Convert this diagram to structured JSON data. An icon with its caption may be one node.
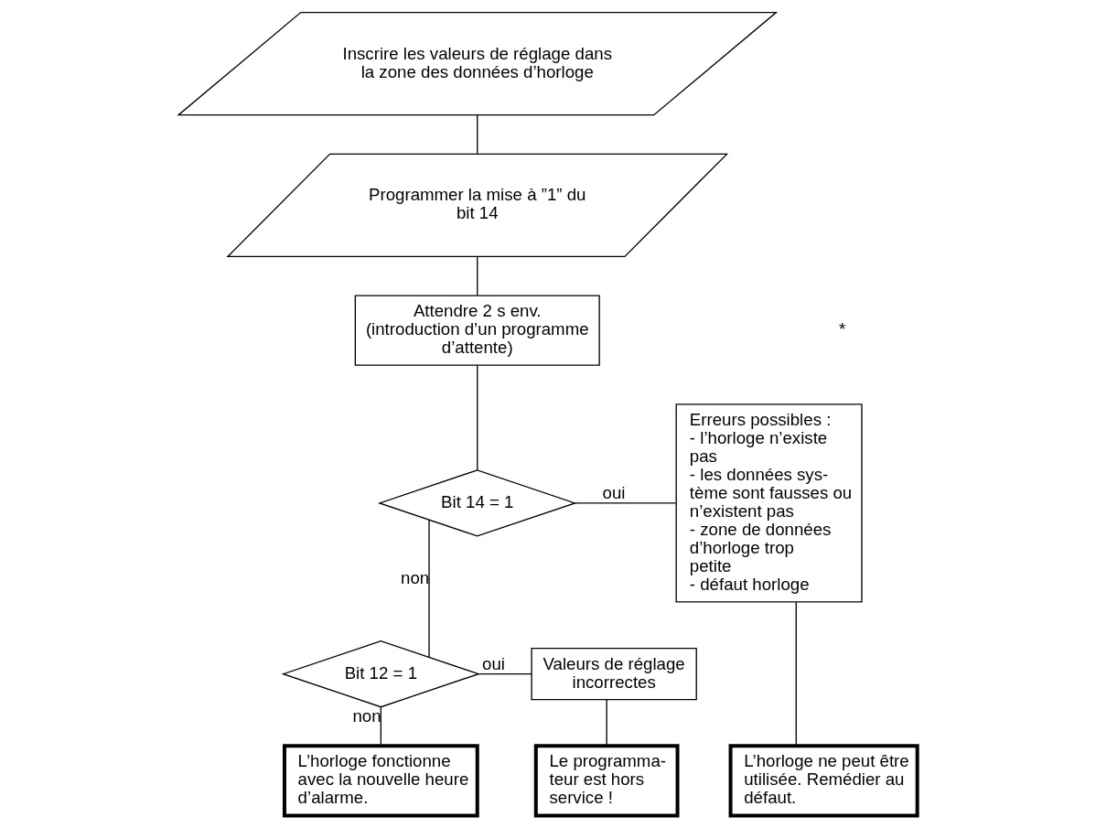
{
  "diagram": {
    "nodes": [
      {
        "text": [
          "Inscrire les valeurs de réglage dans la zone des données d’horloge"
        ]
      },
      {
        "text": [
          "Programmer la mise à ”1” du bit 14"
        ]
      },
      {
        "text": [
          "Attendre 2 s env. (introduction d’un programme d’attente)"
        ]
      },
      {
        "text": [
          "Bit 14 = 1"
        ]
      },
      {
        "text": [
          "Erreurs possibles :",
          "- l’horloge n’existe pas",
          "- les données sys- tème sont fausses ou n’existent pas",
          "- zone de données d’horloge trop petite",
          "- défaut horloge"
        ]
      },
      {
        "text": [
          "Bit 12 = 1"
        ]
      },
      {
        "text": [
          "Valeurs de réglage incorrectes"
        ]
      },
      {
        "text": [
          "L’horloge ne peut être utilisée. Remédier au défaut."
        ]
      },
      {
        "text": [
          "L’horloge fonctionne avec la nouvelle heure d’alarme."
        ]
      },
      {
        "text": [
          "Le programma- teur est hors service !"
        ]
      }
    ],
    "edges": [
      {
        "from": 0,
        "to": 1,
        "arrow": "none"
      },
      {
        "from": 1,
        "to": 2,
        "arrow": "none"
      },
      {
        "from": 2,
        "to": 3,
        "arrow": "none"
      },
      {
        "from": 3,
        "to": 4,
        "arrow": "none",
        "label": "oui"
      },
      {
        "from": 3,
        "to": 5,
        "arrow": "none",
        "label": "non"
      },
      {
        "from": 5,
        "to": 6,
        "arrow": "none",
        "label": "oui"
      },
      {
        "from": 5,
        "to": 8,
        "arrow": "none",
        "label": "non"
      },
      {
        "from": 4,
        "to": 7,
        "arrow": "none"
      },
      {
        "from": 6,
        "to": 9,
        "arrow": "none"
      }
    ],
    "labels": [
      "*"
    ]
  }
}
